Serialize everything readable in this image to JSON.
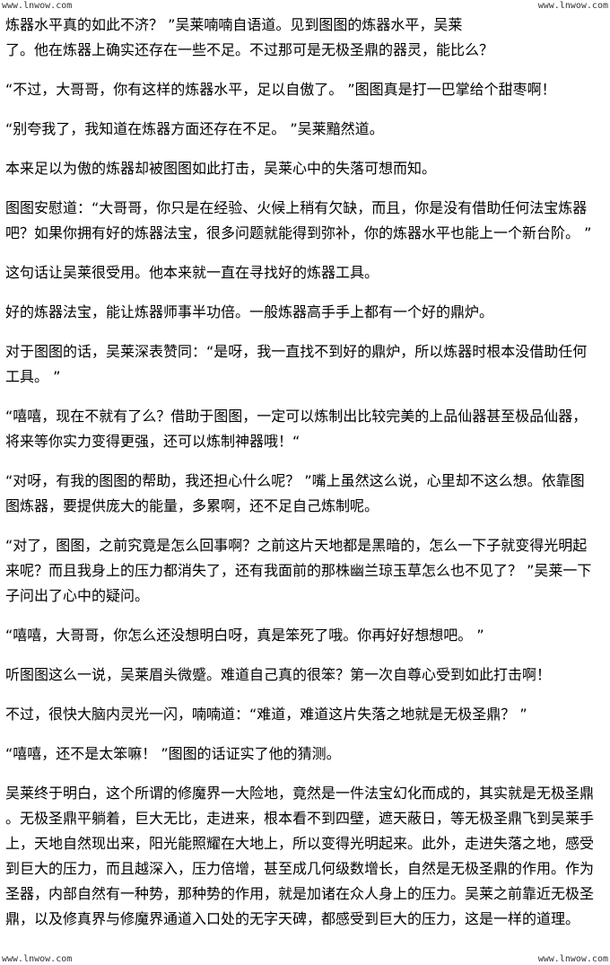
{
  "watermark": "www.lnwow.com",
  "paragraphs": [
    [
      "炼器水平真的如此不济？ ”吴莱喃喃自语道。见到图图的炼器水平，吴莱",
      "了。他在炼器上确实还存在一些不足。不过那可是无极圣鼎的器灵，能比么？"
    ],
    [
      "“不过，大哥哥，你有这样的炼器水平，足以自傲了。 ”图图真是打一巴掌给个甜枣啊！"
    ],
    [
      "“别夸我了，我知道在炼器方面还存在不足。 ”吴莱黯然道。"
    ],
    [
      "本来足以为傲的炼器却被图图如此打击，吴莱心中的失落可想而知。"
    ],
    [
      "图图安慰道：“大哥哥，你只是在经验、火候上稍有欠缺，而且，你是没有借助任何法宝炼器",
      "吧？如果你拥有好的炼器法宝，很多问题就能得到弥补，你的炼器水平也能上一个新台阶。 ”"
    ],
    [
      "这句话让吴莱很受用。他本来就一直在寻找好的炼器工具。"
    ],
    [
      "好的炼器法宝，能让炼器师事半功倍。一般炼器高手手上都有一个好的鼎炉。"
    ],
    [
      "对于图图的话，吴莱深表赞同：“是呀，我一直找不到好的鼎炉，所以炼器时根本没借助任何",
      "工具。 ”"
    ],
    [
      "“嘻嘻，现在不就有了么？借助于图图，一定可以炼制出比较完美的上品仙器甚至极品仙器，",
      "将来等你实力变得更强，还可以炼制神器哦！“"
    ],
    [
      "“对呀，有我的图图的帮助，我还担心什么呢？ ”嘴上虽然这么说，心里却不这么想。依靠图",
      "图炼器，要提供庞大的能量，多累啊，还不足自己炼制呢。"
    ],
    [
      "“对了，图图，之前究竟是怎么回事啊？之前这片天地都是黑暗的，怎么一下子就变得光明起",
      "来呢？而且我身上的压力都消失了，还有我面前的那株幽兰琼玉草怎么也不见了？ ”吴莱一下",
      "子问出了心中的疑问。"
    ],
    [
      "“嘻嘻，大哥哥，你怎么还没想明白呀，真是笨死了哦。你再好好想想吧。 ”"
    ],
    [
      "听图图这么一说，吴莱眉头微蹙。难道自己真的很笨？第一次自尊心受到如此打击啊！"
    ],
    [
      "不过，很快大脑内灵光一闪，喃喃道：“难道，难道这片失落之地就是无极圣鼎？ ”"
    ],
    [
      "“嘻嘻，还不是太笨嘛！ ”图图的话证实了他的猜测。"
    ],
    [
      "吴莱终于明白，这个所谓的修魔界一大险地，竟然是一件法宝幻化而成的，其实就是无极圣鼎",
      "。无极圣鼎平躺着，巨大无比，走进来，根本看不到四壁，遮天蔽日，等无极圣鼎飞到吴莱手",
      "上，天地自然现出来，阳光能照耀在大地上，所以变得光明起来。此外，走进失落之地，感受",
      "到巨大的压力，而且越深入，压力倍增，甚至成几何级数增长，自然是无极圣鼎的作用。作为",
      "圣器，内部自然有一种势，那种势的作用，就是加诸在众人身上的压力。吴莱之前靠近无极圣",
      "鼎，以及修真界与修魔界通道入口处的无字天碑，都感受到巨大的压力，这是一样的道理。"
    ]
  ]
}
